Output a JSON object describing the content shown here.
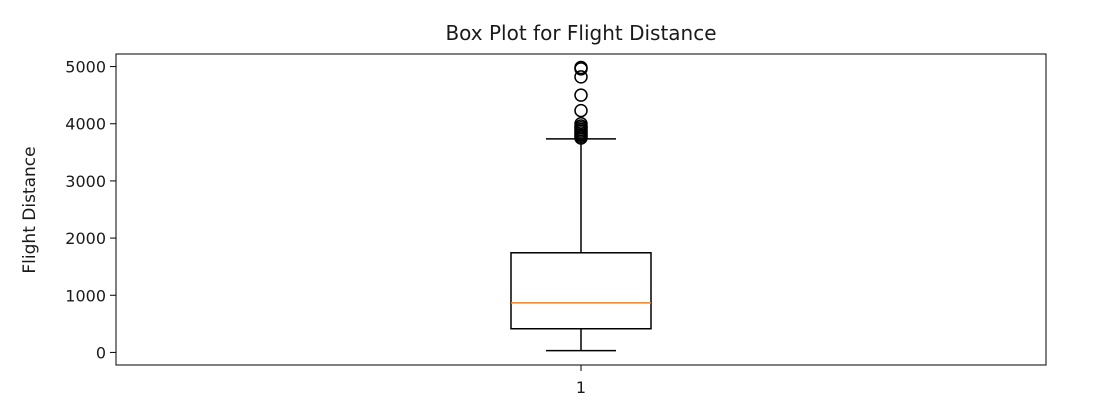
{
  "chart_data": {
    "type": "box",
    "title": "Box Plot for Flight Distance",
    "xlabel": "",
    "ylabel": "Flight Distance",
    "categories": [
      "1"
    ],
    "ylim": [
      -220,
      5220
    ],
    "yticks": [
      {
        "value": 0,
        "label": "0"
      },
      {
        "value": 1000,
        "label": "1000"
      },
      {
        "value": 2000,
        "label": "2000"
      },
      {
        "value": 3000,
        "label": "3000"
      },
      {
        "value": 4000,
        "label": "4000"
      },
      {
        "value": 5000,
        "label": "5000"
      }
    ],
    "boxes": [
      {
        "category": "1",
        "whisker_low": 31,
        "q1": 414,
        "median": 867,
        "q3": 1743,
        "whisker_high": 3736,
        "outliers": [
          3750,
          3780,
          3810,
          3840,
          3870,
          3900,
          3930,
          3960,
          4000,
          4230,
          4500,
          4820,
          4960,
          4983
        ]
      }
    ],
    "grid": false,
    "colors": {
      "box": "#000000",
      "median": "#ff7f0e",
      "whisker": "#000000",
      "outlier": "#000000"
    }
  }
}
